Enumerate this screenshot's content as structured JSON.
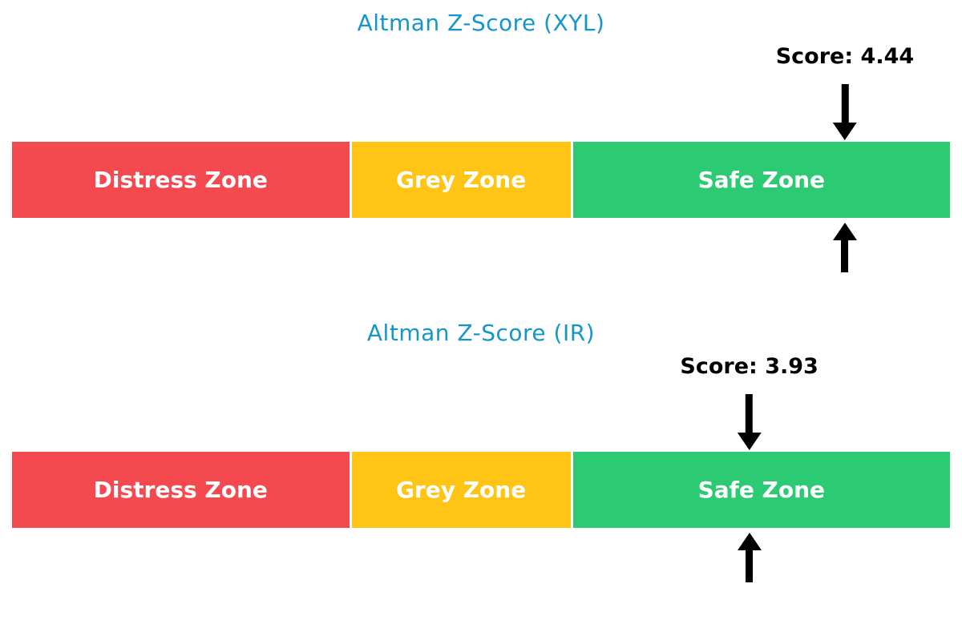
{
  "page": {
    "background": "#ffffff"
  },
  "chart_data": [
    {
      "type": "bar",
      "title": "Altman Z-Score (XYL)",
      "title_color": "#1496C9",
      "score": 4.44,
      "score_label": "Score: 4.44",
      "score_label_color": "#000000",
      "arrow_color": "#000000",
      "xlim": [
        0,
        5
      ],
      "legend": "none",
      "grid": false,
      "zones": [
        {
          "label": "Distress Zone",
          "range": [
            0,
            1.81
          ],
          "color": "#F4494F",
          "text_color": "#ffffff"
        },
        {
          "label": "Grey Zone",
          "range": [
            1.81,
            2.99
          ],
          "color": "#FFC414",
          "text_color": "#ffffff"
        },
        {
          "label": "Safe Zone",
          "range": [
            2.99,
            5
          ],
          "color": "#2CCB73",
          "text_color": "#ffffff"
        }
      ]
    },
    {
      "type": "bar",
      "title": "Altman Z-Score (IR)",
      "title_color": "#1496C9",
      "score": 3.93,
      "score_label": "Score: 3.93",
      "score_label_color": "#000000",
      "arrow_color": "#000000",
      "xlim": [
        0,
        5
      ],
      "legend": "none",
      "grid": false,
      "zones": [
        {
          "label": "Distress Zone",
          "range": [
            0,
            1.81
          ],
          "color": "#F4494F",
          "text_color": "#ffffff"
        },
        {
          "label": "Grey Zone",
          "range": [
            1.81,
            2.99
          ],
          "color": "#FFC414",
          "text_color": "#ffffff"
        },
        {
          "label": "Safe Zone",
          "range": [
            2.99,
            5
          ],
          "color": "#2CCB73",
          "text_color": "#ffffff"
        }
      ]
    }
  ]
}
